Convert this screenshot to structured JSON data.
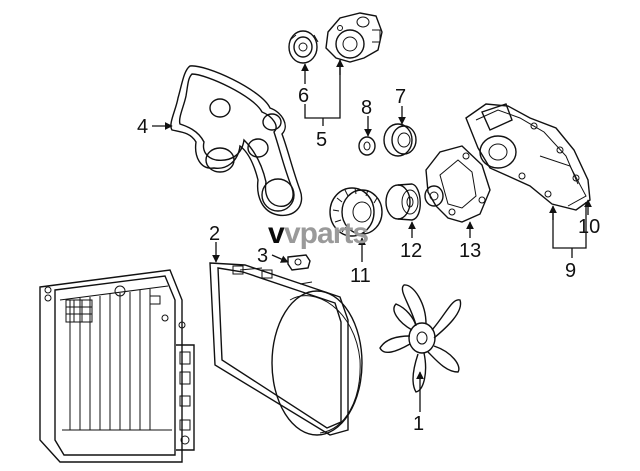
{
  "diagram": {
    "watermark": {
      "prefix": "v",
      "brand": "vparts"
    },
    "callouts": [
      "1",
      "2",
      "3",
      "4",
      "5",
      "6",
      "7",
      "8",
      "9",
      "10",
      "11",
      "12",
      "13"
    ]
  }
}
